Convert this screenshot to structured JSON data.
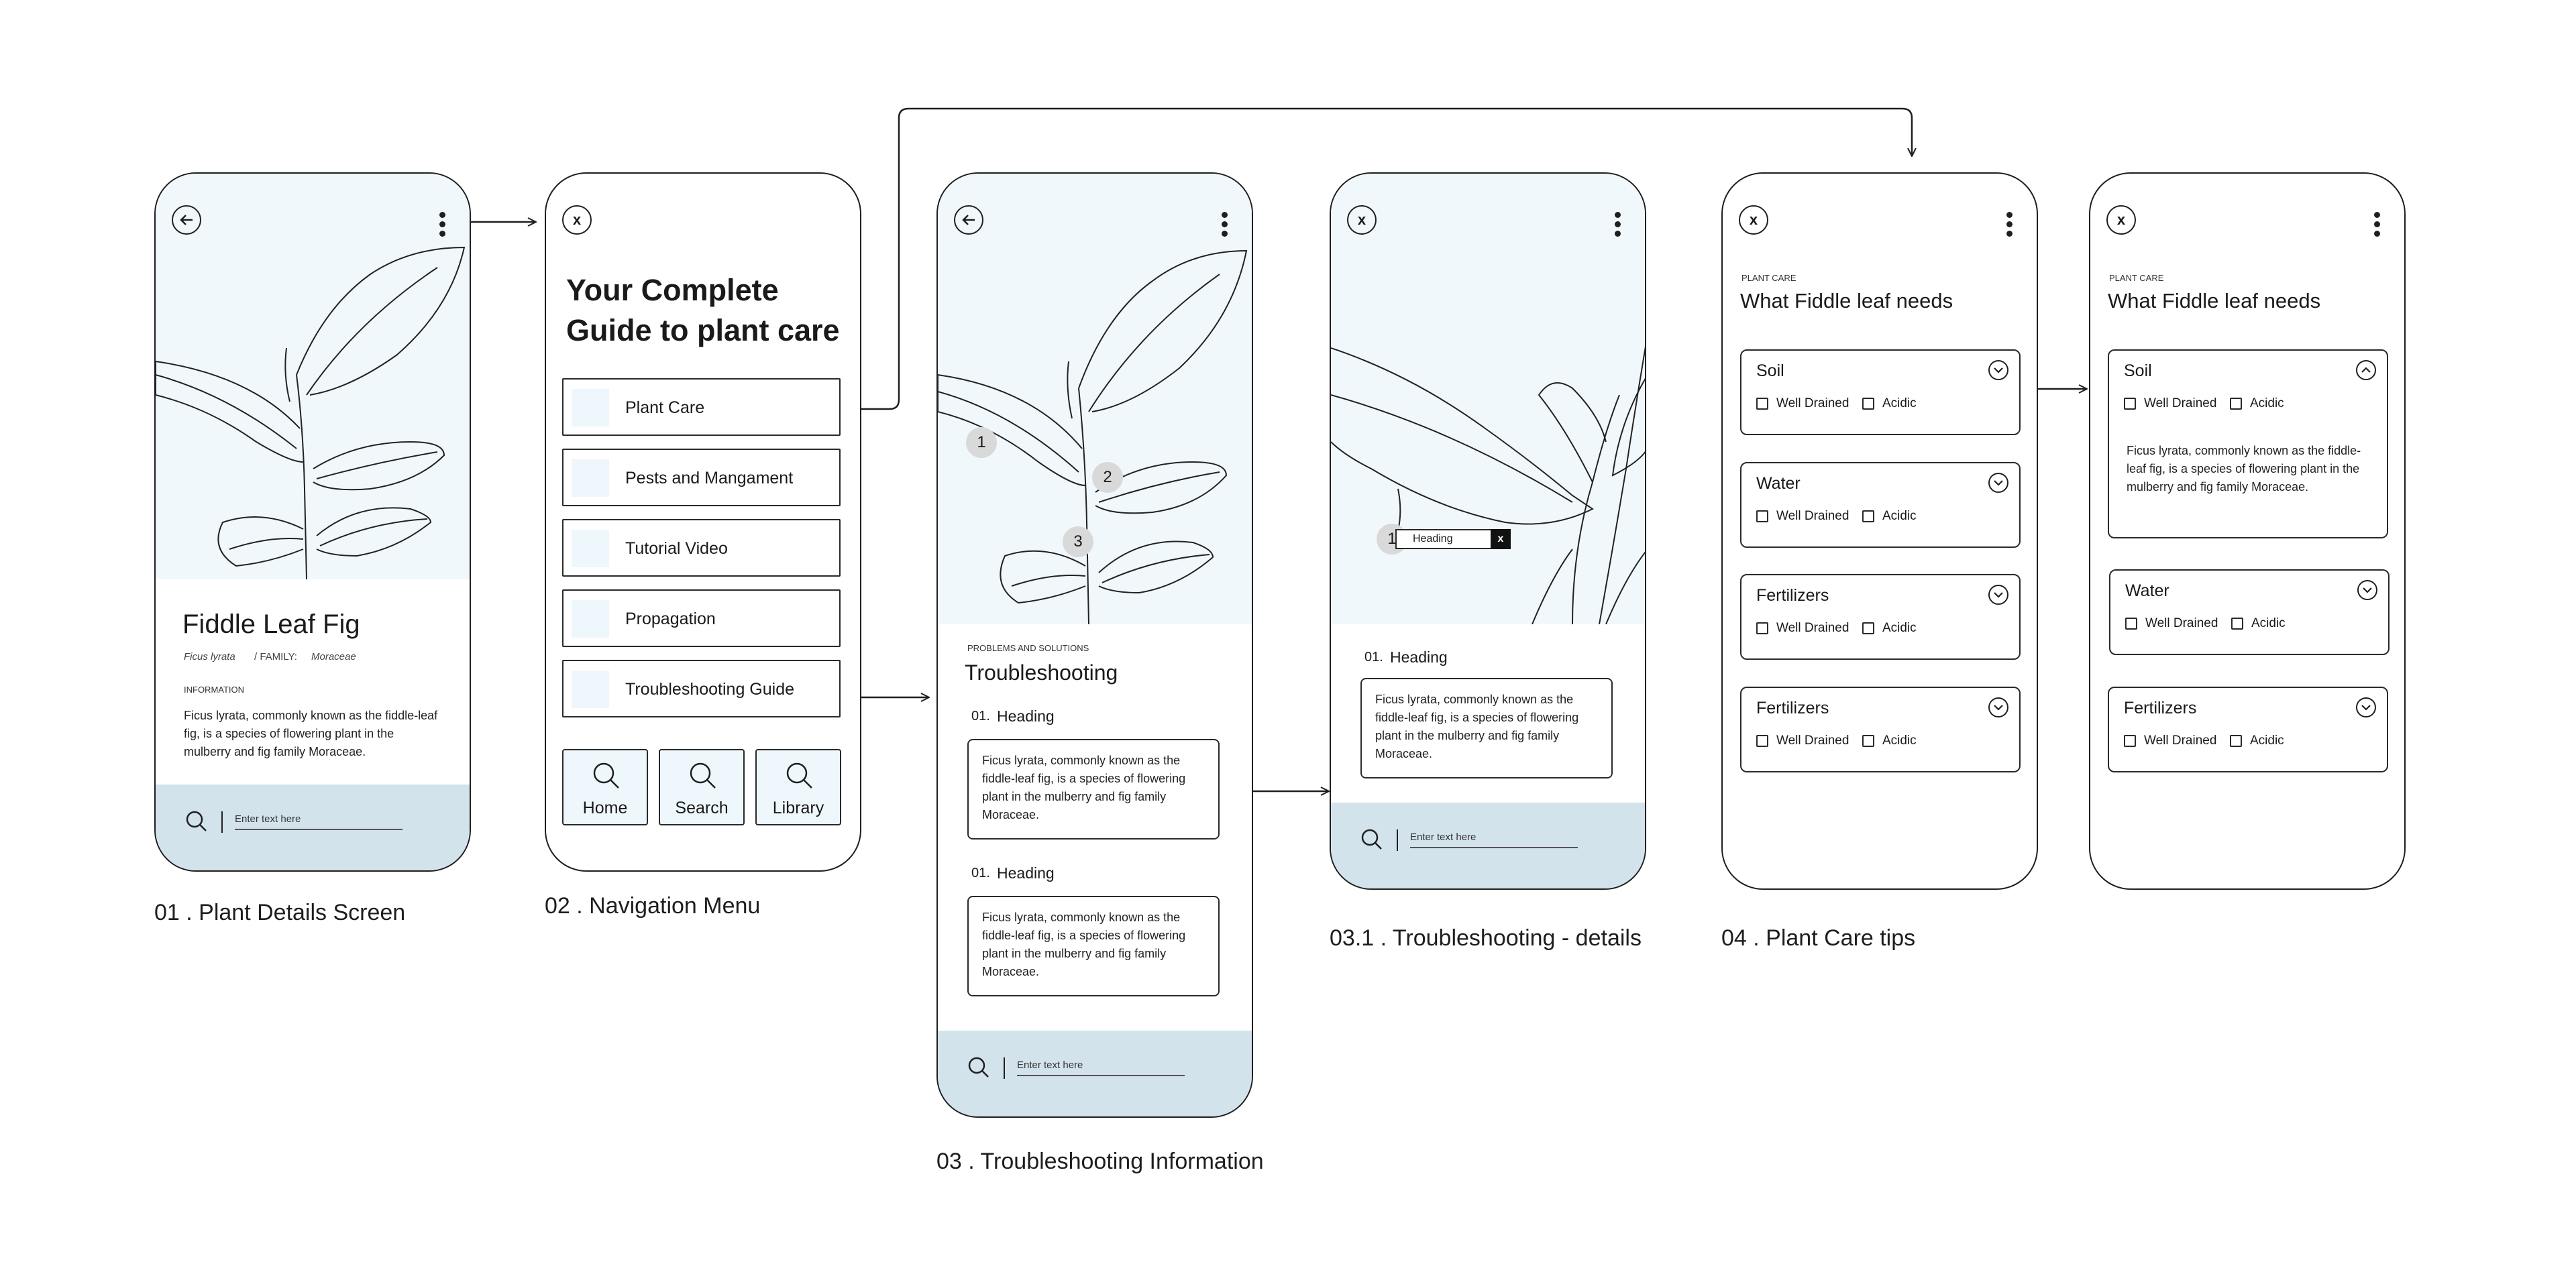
{
  "screens": {
    "s1": {
      "caption": "01 . Plant Details Screen",
      "title": "Fiddle Leaf Fig",
      "scientific_name": "Ficus lyrata",
      "family_label": "/ FAMILY:",
      "family_value": "Moraceae",
      "info_label": "INFORMATION",
      "description": "Ficus lyrata, commonly known as the fiddle-leaf fig, is a species of flowering plant in the mulberry and fig family Moraceae.",
      "search_placeholder": "Enter text here"
    },
    "s2": {
      "caption": "02 . Navigation Menu",
      "heading_line1": "Your Complete",
      "heading_line2": "Guide to plant care",
      "menu": [
        {
          "label": "Plant Care"
        },
        {
          "label": "Pests and Mangament"
        },
        {
          "label": "Tutorial Video"
        },
        {
          "label": "Propagation"
        },
        {
          "label": "Troubleshooting Guide"
        }
      ],
      "tabs": [
        {
          "label": "Home"
        },
        {
          "label": "Search"
        },
        {
          "label": "Library"
        }
      ]
    },
    "s3": {
      "caption": "03 . Troubleshooting Information",
      "eyebrow": "PROBLEMS AND SOLUTIONS",
      "title": "Troubleshooting",
      "markers": [
        "1",
        "2",
        "3"
      ],
      "sections": [
        {
          "num": "01.",
          "heading": "Heading",
          "text": "Ficus lyrata, commonly known as the fiddle-leaf fig, is a species of flowering plant in the mulberry and fig family Moraceae."
        },
        {
          "num": "01.",
          "heading": "Heading",
          "text": "Ficus lyrata, commonly known as the fiddle-leaf fig, is a species of flowering plant in the mulberry and fig family Moraceae."
        }
      ],
      "search_placeholder": "Enter text here"
    },
    "s31": {
      "caption": "03.1 . Troubleshooting - details",
      "marker": "1",
      "tooltip_label": "Heading",
      "tooltip_close": "x",
      "section": {
        "num": "01.",
        "heading": "Heading",
        "text": "Ficus lyrata, commonly known as the fiddle-leaf fig, is a species of flowering plant in the mulberry and fig family Moraceae."
      },
      "search_placeholder": "Enter text here"
    },
    "s4": {
      "caption": "04 . Plant Care tips",
      "eyebrow": "PLANT CARE",
      "title": "What Fiddle leaf needs",
      "accordions": [
        {
          "title": "Soil",
          "opt1": "Well Drained",
          "opt2": "Acidic"
        },
        {
          "title": "Water",
          "opt1": "Well Drained",
          "opt2": "Acidic"
        },
        {
          "title": "Fertilizers",
          "opt1": "Well Drained",
          "opt2": "Acidic"
        },
        {
          "title": "Fertilizers",
          "opt1": "Well Drained",
          "opt2": "Acidic"
        }
      ]
    },
    "s5": {
      "eyebrow": "PLANT CARE",
      "title": "What Fiddle leaf needs",
      "accordions": [
        {
          "title": "Soil",
          "opt1": "Well Drained",
          "opt2": "Acidic",
          "text": "Ficus lyrata, commonly known as the fiddle-leaf fig, is a species of flowering plant in the mulberry and fig family Moraceae."
        },
        {
          "title": "Water",
          "opt1": "Well Drained",
          "opt2": "Acidic"
        },
        {
          "title": "Fertilizers",
          "opt1": "Well Drained",
          "opt2": "Acidic"
        }
      ]
    }
  },
  "icons": {
    "back": "arrow-left-circle-icon",
    "close_glyph": "x",
    "more": "kebab-menu-icon",
    "search": "search-icon",
    "chevron_down": "chevron-down-icon",
    "chevron_up": "chevron-up-icon"
  },
  "colors": {
    "hero_bg": "#f1f8fc",
    "footer_bg": "#d3e3ec",
    "tile_bg": "#eef7fc",
    "stroke": "#1f1f1f"
  }
}
